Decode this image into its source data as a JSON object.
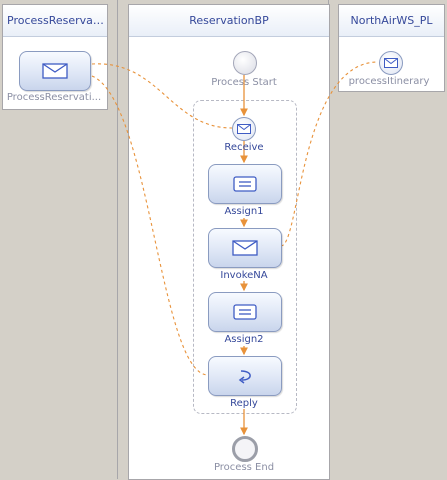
{
  "lanes": {
    "left": "ProcessReservati...",
    "middle": "ReservationBP",
    "right": "NorthAirWS_PL"
  },
  "partner_links": {
    "left_node_label": "ProcessReservati...",
    "right_node_label": "processItinerary"
  },
  "nodes": {
    "start": "Process Start",
    "receive": "Receive",
    "assign1": "Assign1",
    "invoke": "InvokeNA",
    "assign2": "Assign2",
    "reply": "Reply",
    "end": "Process End"
  },
  "colors": {
    "flow": "#e8923a",
    "label_blue": "#35489a",
    "label_grey": "#8b8fa4",
    "background": "#d4d0c8"
  },
  "icons": {
    "receive": "envelope-icon",
    "assign": "assign-icon",
    "invoke": "envelope-icon",
    "reply": "reply-arrow-icon",
    "partner": "envelope-icon"
  }
}
